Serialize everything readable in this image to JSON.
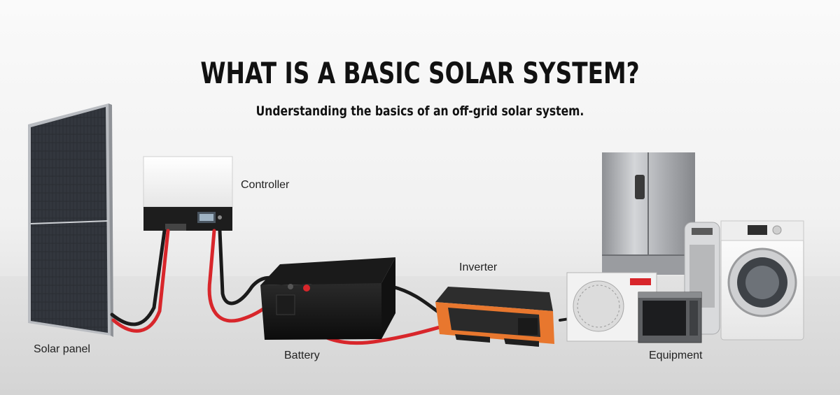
{
  "title": "WHAT IS A BASIC SOLAR SYSTEM?",
  "subtitle": "Understanding the basics of an off-grid solar system.",
  "labels": {
    "solar_panel": "Solar panel",
    "controller": "Controller",
    "battery": "Battery",
    "inverter": "Inverter",
    "equipment": "Equipment"
  },
  "colors": {
    "positive_cable": "#d8262b",
    "negative_cable": "#1b1b1b",
    "inverter_accent": "#e8772e"
  }
}
